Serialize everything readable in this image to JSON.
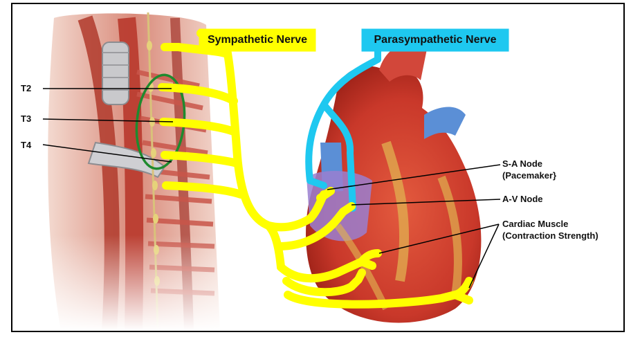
{
  "tags": {
    "sympathetic": "Sympathetic Nerve",
    "parasympathetic": "Parasympathetic Nerve"
  },
  "levels": [
    "T2",
    "T3",
    "T4"
  ],
  "callouts": {
    "sa_node": "S-A Node",
    "sa_node_sub": "(Pacemaker}",
    "av_node": "A-V Node",
    "cardiac": "Cardiac Muscle",
    "cardiac_sub": "(Contraction Strength)"
  },
  "colors": {
    "sympathetic": "#ffff00",
    "parasympathetic": "#1ec8f0",
    "highlight_ring": "#1f8a2e",
    "heart": "#c8382a",
    "sa_av_region": "#9a7fd0"
  }
}
